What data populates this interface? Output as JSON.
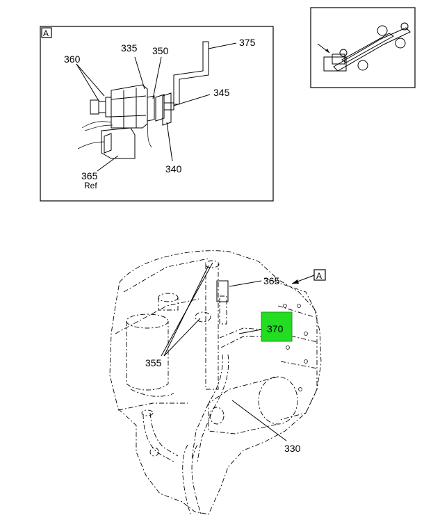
{
  "detail_view": {
    "tag": "A",
    "callouts": {
      "c360": "360",
      "c335": "335",
      "c350": "350",
      "c375": "375",
      "c345": "345",
      "c340": "340",
      "c365": "365",
      "c365_sub": "Ref"
    }
  },
  "main_view": {
    "callouts": {
      "c365": "365",
      "cA": "A",
      "c370": "370",
      "c355": "355",
      "c330": "330"
    },
    "highlight_color": "#22dd22"
  }
}
